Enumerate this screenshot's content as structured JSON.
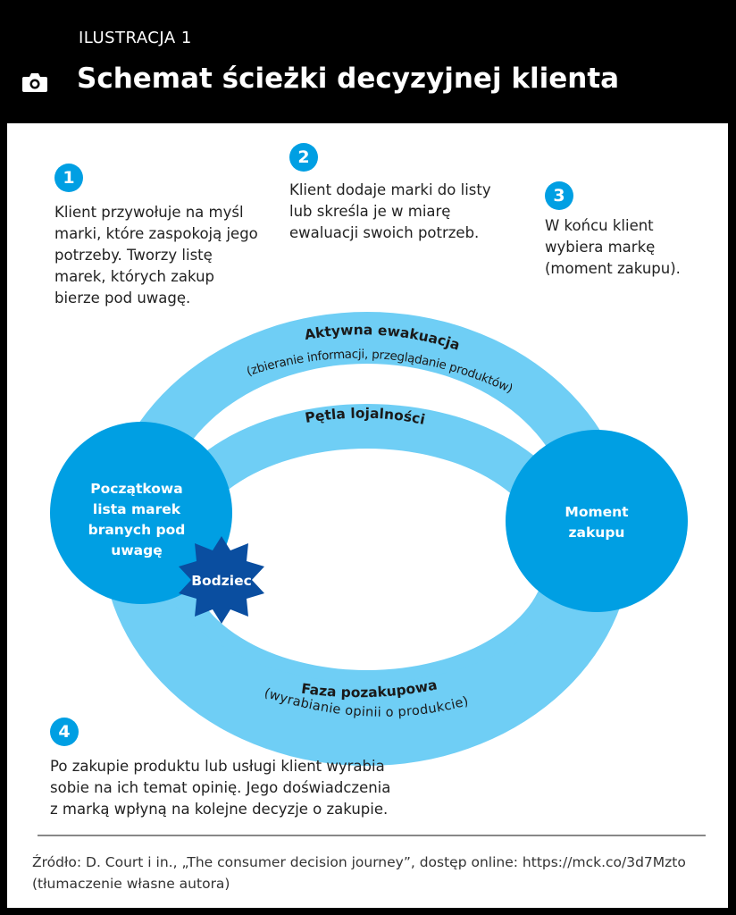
{
  "header": {
    "kicker": "ILUSTRACJA 1",
    "title": "Schemat ścieżki decyzyjnej klienta",
    "icon": "camera-icon"
  },
  "steps": [
    {
      "number": "1",
      "text": "Klient przywołuje na myśl marki, które zaspokoją jego potrzeby. Tworzy listę marek, których zakup bierze pod uwagę."
    },
    {
      "number": "2",
      "text": "Klient dodaje marki do listy lub skreśla je w miarę ewaluacji swoich potrzeb."
    },
    {
      "number": "3",
      "text": "W końcu klient wybiera markę (moment zakupu)."
    },
    {
      "number": "4",
      "text": "Po zakupie produktu lub usługi klient wyrabia sobie na ich temat opinię. Jego doświadczenia z marką wpłyną na kolejne decyzje o zakupie."
    }
  ],
  "diagram": {
    "outer_top_title": "Aktywna ewakuacja",
    "outer_top_subtitle": "(zbieranie informacji, przeglądanie produktów)",
    "inner_title": "Pętla lojalności",
    "bottom_title": "Faza pozakupowa",
    "bottom_subtitle": "(wyrabianie opinii o produkcie)",
    "left_circle": [
      "Początkowa",
      "lista marek",
      "branych pod",
      "uwagę"
    ],
    "right_circle": [
      "Moment",
      "zakupu"
    ],
    "star": "Bodziec"
  },
  "source": "Źródło: D. Court i in., „The consumer decision journey”, dostęp online: https://mck.co/3d7Mzto (tłumaczenie własne autora)",
  "colors": {
    "band": "#6fcef5",
    "circle": "#009fe3",
    "star": "#0a4ea0",
    "background": "#000000"
  }
}
